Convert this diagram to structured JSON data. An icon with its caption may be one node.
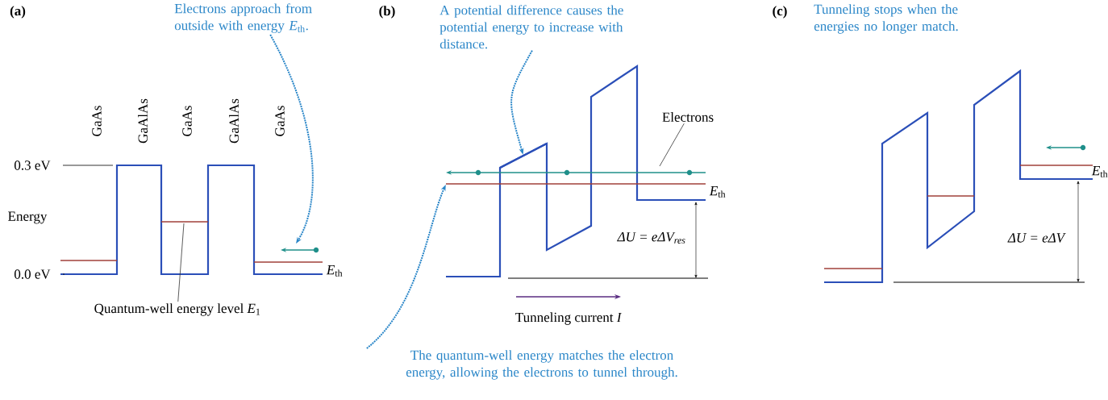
{
  "diagram": {
    "nodes": [
      {
        "text": [
          "Electrons approach from outside with energy *E*$_{th}$."
        ]
      },
      {
        "text": [
          "Quantum-well energy level *E*$_{1}$"
        ]
      },
      {
        "text": [
          "A potential difference causes the potential energy to increase with distance."
        ]
      },
      {
        "text": [
          "Electrons"
        ]
      },
      {
        "text": [
          "The quantum-well energy matches the electron energy, allowing the electrons to tunnel through."
        ]
      },
      {
        "text": [],
        "shape": "line"
      },
      {
        "text": [],
        "shape": "line"
      }
    ],
    "edges": [
      {
        "from": 0,
        "to": null,
        "arrow": "to",
        "style": "dashed"
      },
      {
        "from": 1,
        "to": null,
        "arrow": "none",
        "color": "#333333"
      },
      {
        "from": 2,
        "to": 5,
        "arrow": "to",
        "style": "dashed"
      },
      {
        "from": 3,
        "to": null,
        "arrow": "none",
        "color": "#333333"
      },
      {
        "from": 4,
        "to": 6,
        "arrow": "to",
        "style": "dashed"
      }
    ],
    "labels": [
      "(a)",
      "(b)",
      "(c)",
      "Tunneling stops when the energies no longer match.",
      "GaAs",
      "GaAlAs",
      "GaAs",
      "GaAlAs",
      "GaAs",
      "0.3 eV",
      "Energy",
      "0.0 eV",
      "*E*$_{th}$",
      "*E*$_{th}$",
      "ΔU = eΔV$_{res}$",
      "Tunneling current *I*",
      "*E*$_{th}$",
      "ΔU = eΔV"
    ]
  }
}
